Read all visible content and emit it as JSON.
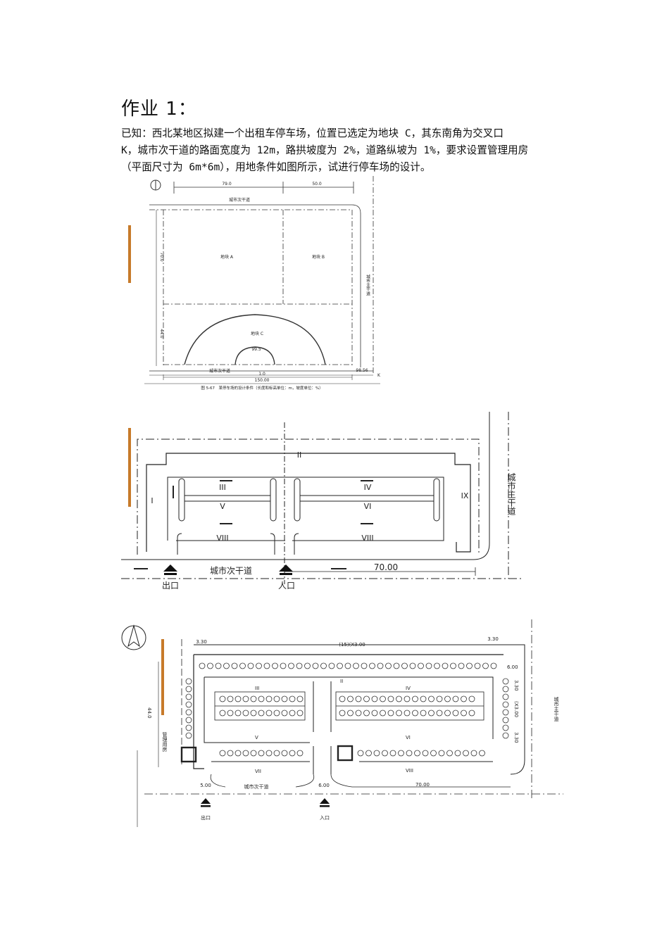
{
  "page": {
    "title": "作业 1：",
    "paragraph_lines": [
      "已知：西北某地区拟建一个出租车停车场，位置已选定为地块 C，其东南角为交叉口",
      "K，城市次干道的路面宽度为 12m，路拱坡度为 2%，道路纵坡为 1%，要求设置管理用房",
      "（平面尺寸为 6m*6m），用地条件如图所示，试进行停车场的设计。"
    ]
  },
  "figure1": {
    "dim_top_left": "79.0",
    "dim_top_right": "50.0",
    "road_top": "城市次干道",
    "plot_a": "地块 A",
    "plot_b": "地块 B",
    "plot_c": "地块 C",
    "dim_left_upper": "70.0",
    "dim_left_lower": "44.0",
    "road_right": "城市主干道",
    "road_bottom": "城市次干道",
    "elev_inner": "99.5",
    "slope_value": "1.0",
    "dim_bottom": "150.00",
    "elev_corner": "98.56",
    "corner_k": "K",
    "caption": "图 5-67　某停车场的设计条件（长度和标高单位：m，坡度单位：%）"
  },
  "figure2": {
    "zones": [
      "I",
      "II",
      "III",
      "IV",
      "V",
      "VI",
      "VIII",
      "VIII",
      "IX"
    ],
    "road_right": "城市主干道",
    "road_bottom": "城市次干道",
    "dim": "70.00",
    "exit": "出口",
    "entrance": "人口"
  },
  "figure3": {
    "dim_top_left": "3.30",
    "dim_top_mid": "(15)(X3.00",
    "dim_top_right": "3.30",
    "dim_right_a": "6.00",
    "dim_right_b": "3.30",
    "dim_right_c": "(X3.00",
    "dim_right_d": "3.30",
    "dim_left": "44.0",
    "mgmt_room": "管理用房",
    "zone_ii": "II",
    "zone_iii": "III",
    "zone_iv": "IV",
    "zone_v": "V",
    "zone_vi": "VI",
    "zone_vii": "VII",
    "zone_viii": "VIII",
    "road_bottom": "城市次干道",
    "road_right": "城市主干道",
    "dim_bottom_a": "5.00",
    "dim_bottom_b": "6.00",
    "dim_bottom_c": "70.00",
    "exit": "出口",
    "entrance": "入口"
  },
  "colors": {
    "accent_bar": "#c77a2a"
  }
}
